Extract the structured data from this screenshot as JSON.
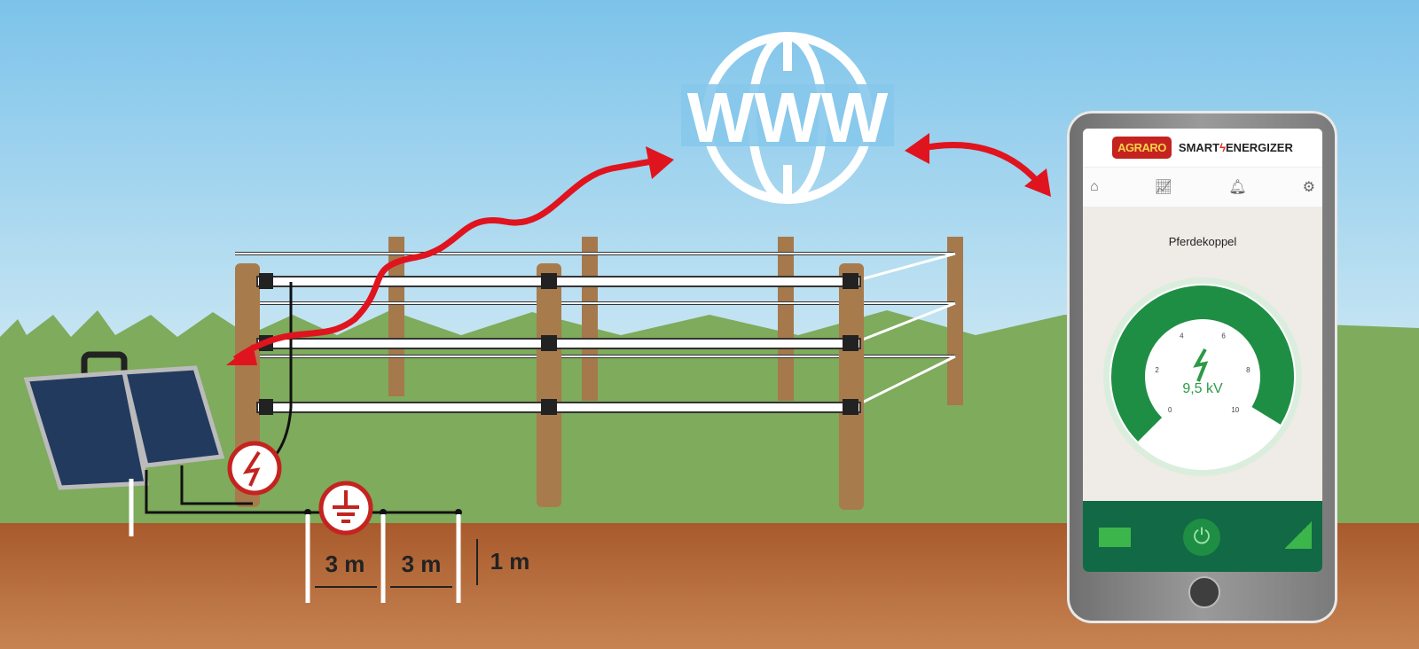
{
  "scene": {
    "internet_label": "WWW",
    "distance_1": "3 m",
    "distance_2": "3 m",
    "depth": "1 m",
    "colors": {
      "signal": "#e0141e",
      "grass": "#7eab5c",
      "soil": "#b8693a",
      "sky_top": "#7cc3ea"
    }
  },
  "app": {
    "logo": "AGRARO",
    "brand_left": "SMART",
    "brand_right": "ENERGIZER",
    "nav": [
      "home-icon",
      "chart-icon",
      "alarm-icon",
      "gear-icon"
    ],
    "fence_name": "Pferdekoppel",
    "voltage": "9,5 kV",
    "gauge": {
      "ticks": [
        "0",
        "2",
        "4",
        "6",
        "8",
        "10"
      ],
      "value_kv": 9.5,
      "min": 0,
      "max": 10
    }
  }
}
